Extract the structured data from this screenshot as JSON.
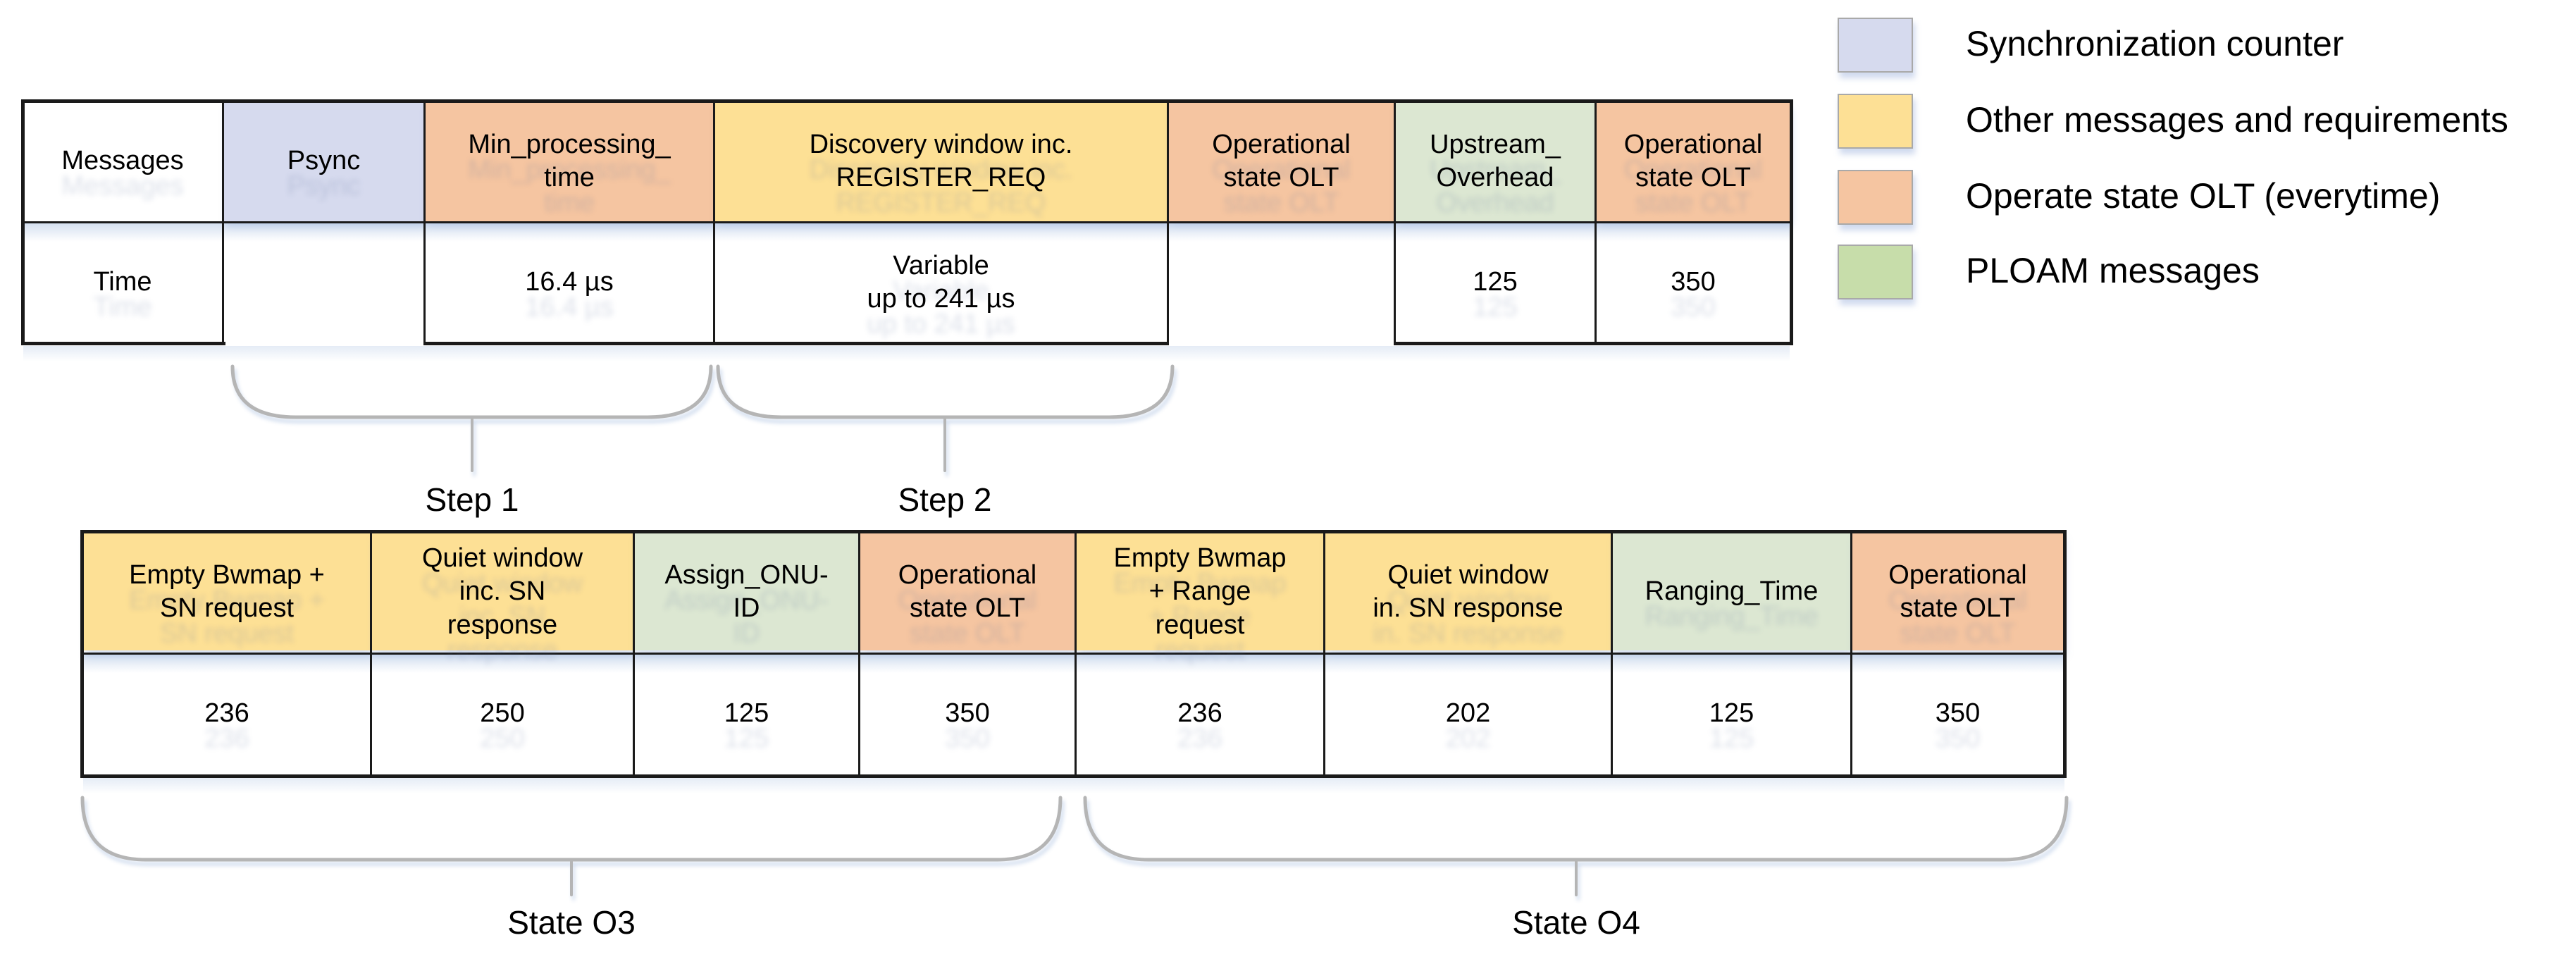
{
  "legend": {
    "items": [
      {
        "label": "Synchronization counter",
        "color": "#D6DAEE"
      },
      {
        "label": "Other messages and requirements",
        "color": "#FDE095"
      },
      {
        "label": "Operate state OLT (everytime)",
        "color": "#F5C5A1"
      },
      {
        "label": "PLOAM messages",
        "color": "#C7DDAA"
      }
    ]
  },
  "top_table": {
    "row_labels": {
      "messages": "Messages",
      "time": "Time"
    },
    "cells": [
      {
        "label": "Psync",
        "time": "",
        "color": "#D6DAEE"
      },
      {
        "label": "Min_processing_\ntime",
        "time": "16.4 µs",
        "color": "#F5C5A1"
      },
      {
        "label": "Discovery window inc.\nREGISTER_REQ",
        "time": "Variable\nup to 241 µs",
        "color": "#FDE095"
      },
      {
        "label": "Operational\nstate OLT",
        "time": "",
        "color": "#F5C5A1"
      },
      {
        "label": "Upstream_\nOverhead",
        "time": "125",
        "color": "#DCE7D2"
      },
      {
        "label": "Operational\nstate OLT",
        "time": "350",
        "color": "#F5C5A1"
      }
    ]
  },
  "bottom_table": {
    "cells": [
      {
        "label": "Empty Bwmap +\nSN request",
        "time": "236",
        "color": "#FDE095"
      },
      {
        "label": "Quiet window\ninc. SN\nresponse",
        "time": "250",
        "color": "#FDE095"
      },
      {
        "label": "Assign_ONU-\nID",
        "time": "125",
        "color": "#DCE7D2"
      },
      {
        "label": "Operational\nstate OLT",
        "time": "350",
        "color": "#F5C5A1"
      },
      {
        "label": "Empty Bwmap\n+ Range\nrequest",
        "time": "236",
        "color": "#FDE095"
      },
      {
        "label": "Quiet window\nin. SN response",
        "time": "202",
        "color": "#FDE095"
      },
      {
        "label": "Ranging_Time",
        "time": "125",
        "color": "#DCE7D2"
      },
      {
        "label": "Operational\nstate OLT",
        "time": "350",
        "color": "#F5C5A1"
      }
    ]
  },
  "braces": {
    "step1": "Step 1",
    "step2": "Step 2",
    "state_o3": "State O3",
    "state_o4": "State O4"
  },
  "colors": {
    "border": "#1A1A1A",
    "brace": "#B5B5B5"
  }
}
